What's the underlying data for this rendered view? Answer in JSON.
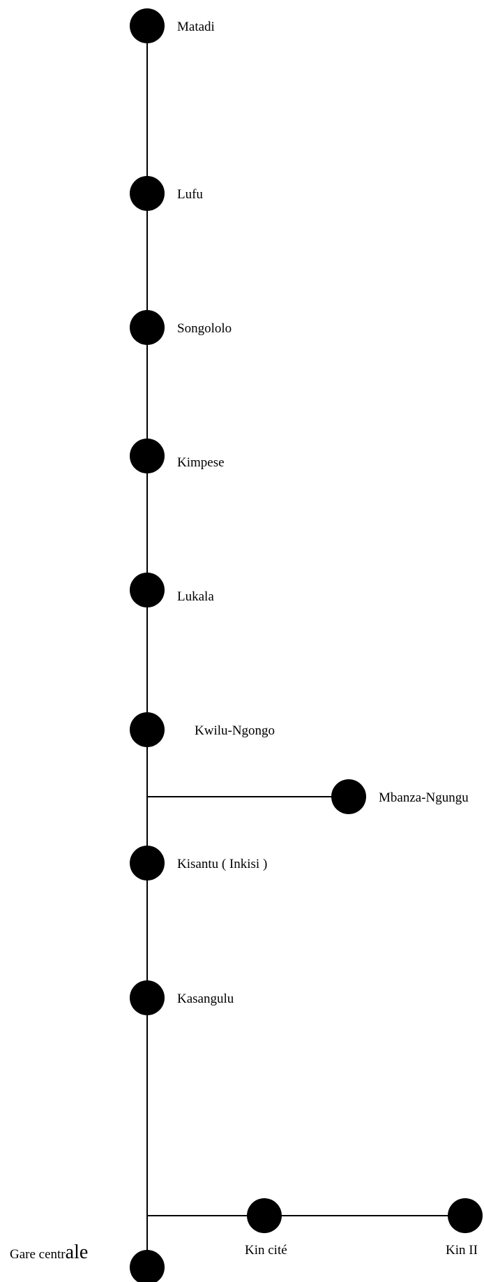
{
  "stations": {
    "matadi": "Matadi",
    "lufu": "Lufu",
    "songololo": "Songololo",
    "kimpese": "Kimpese",
    "lukala": "Lukala",
    "kwilu_ngongo": "Kwilu-Ngongo",
    "mbanza_ngungu": "Mbanza-Ngungu",
    "kisantu": "Kisantu ( Inkisi )",
    "kasangulu": "Kasangulu",
    "kin_cite": "Kin cité",
    "kin_ii": "Kin II",
    "gare_centrale_part1": "Gare centr",
    "gare_centrale_part2": "ale"
  }
}
